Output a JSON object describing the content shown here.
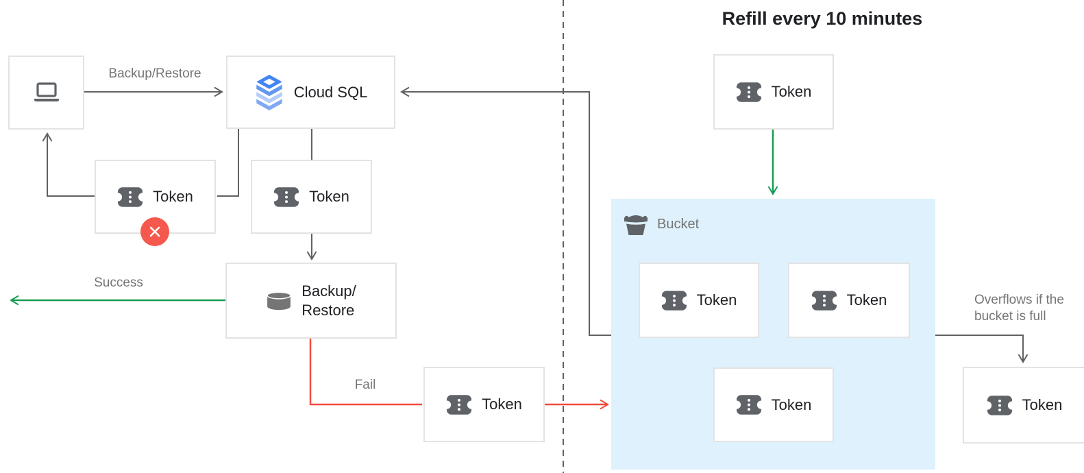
{
  "diagram": {
    "title": "Refill every 10 minutes",
    "nodes": {
      "cloud_sql": {
        "label": "Cloud SQL"
      },
      "token_rejected": {
        "label": "Token"
      },
      "token_request": {
        "label": "Token"
      },
      "backup_restore": {
        "label": "Backup/\nRestore"
      },
      "token_fail": {
        "label": "Token"
      },
      "token_refill": {
        "label": "Token"
      },
      "bucket": {
        "label": "Bucket"
      },
      "bucket_token_1": {
        "label": "Token"
      },
      "bucket_token_2": {
        "label": "Token"
      },
      "bucket_token_3": {
        "label": "Token"
      },
      "token_overflow": {
        "label": "Token"
      }
    },
    "edge_labels": {
      "backup_restore_request": "Backup/Restore",
      "success": "Success",
      "fail": "Fail",
      "overflow": "Overflows if the\nbucket is full"
    },
    "icons": {
      "client": "laptop-icon",
      "cloud_sql": "cloud-sql-icon",
      "token": "token-icon",
      "backup_restore": "database-icon",
      "bucket": "bucket-icon",
      "rejected_badge": "close-icon"
    },
    "colors": {
      "arrow_gray": "#616161",
      "label_gray": "#757575",
      "success_green": "#179c52",
      "fail_red": "#f44a3d",
      "badge_red": "#f5584c",
      "bucket_fill": "#def1fc",
      "box_border": "#e3e3e3",
      "icon_gray": "#5f6368",
      "text_dark": "#202124",
      "cloud_sql_blue": "#4285f4"
    }
  }
}
